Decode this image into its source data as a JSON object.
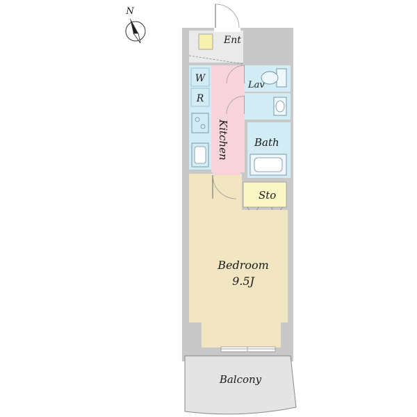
{
  "compass": {
    "direction_label": "N"
  },
  "rooms": {
    "entrance": "Ent",
    "lavatory": "Lav",
    "washer_w": "W",
    "washer_r": "R",
    "kitchen": "Kitchen",
    "bath": "Bath",
    "storage": "Sto",
    "bedroom": "Bedroom",
    "bedroom_size": "9.5J",
    "balcony": "Balcony"
  },
  "colors": {
    "wall": "#c8c8c8",
    "bedroom": "#f1e5c2",
    "kitchen": "#f7d4dc",
    "wet_area": "#d2ecf5",
    "storage": "#fbf6c6",
    "balcony": "#e4e4e4",
    "entrance": "#eaeaea",
    "shoe_box": "#f5efb0"
  }
}
